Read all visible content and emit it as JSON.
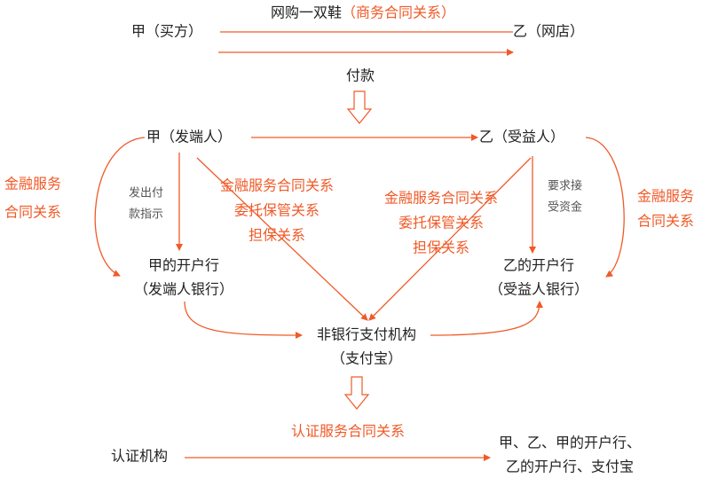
{
  "top": {
    "caption_black": "网购一双鞋",
    "caption_orange": "（商务合同关系）",
    "buyer": "甲（买方）",
    "seller": "乙（网店）",
    "payment": "付款"
  },
  "middle": {
    "originator": "甲（发端人）",
    "beneficiary": "乙（受益人）",
    "left_relation": [
      "金融服务",
      "合同关系"
    ],
    "right_relation": [
      "金融服务",
      "合同关系"
    ],
    "instruction": [
      "发出付",
      "款指示"
    ],
    "request": [
      "要求接",
      "受资金"
    ],
    "center_left_relations": [
      "金融服务合同关系",
      "委托保管关系",
      "担保关系"
    ],
    "center_right_relations": [
      "金融服务合同关系",
      "委托保管关系",
      "担保关系"
    ],
    "originator_bank": [
      "甲的开户行",
      "（发端人银行）"
    ],
    "beneficiary_bank": [
      "乙的开户行",
      "（受益人银行）"
    ],
    "payment_institution": [
      "非银行支付机构",
      "（支付宝）"
    ]
  },
  "bottom": {
    "relation": "认证服务合同关系",
    "certifier": "认证机构",
    "parties": [
      "甲、乙、甲的开户行、",
      "乙的开户行、支付宝"
    ]
  },
  "colors": {
    "accent": "#f05a28",
    "text": "#222222"
  }
}
